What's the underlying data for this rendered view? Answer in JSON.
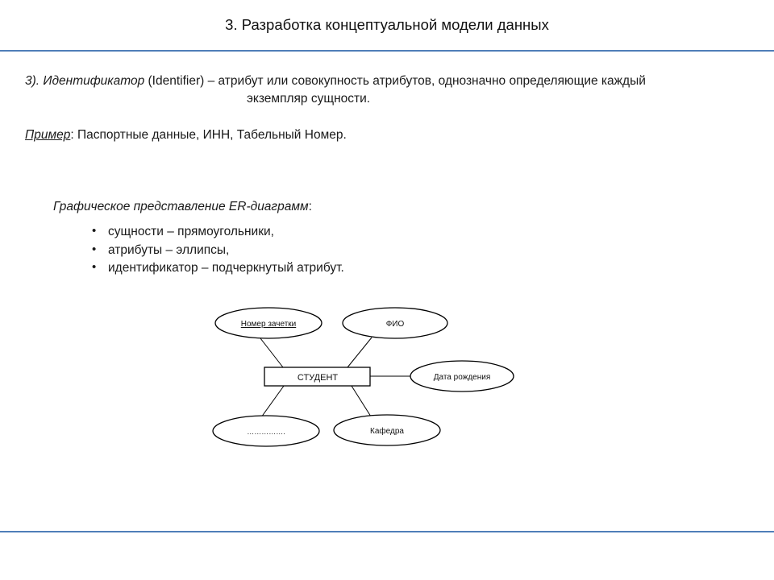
{
  "header": {
    "title": "3. Разработка концептуальной модели данных"
  },
  "definition": {
    "prefix": "3). Идентификатор",
    "paren": " (Identifier) – атрибут или совокупность атрибутов, однозначно определяющие каждый",
    "continuation": "экземпляр сущности."
  },
  "example": {
    "label": "Пример",
    "text": ": Паспортные данные, ИНН, Табельный Номер."
  },
  "graphic": {
    "title": "Графическое представление ER-диаграмм",
    "title_suffix": ":",
    "bullets": [
      "сущности – прямоугольники,",
      "атрибуты – эллипсы,",
      "идентификатор – подчеркнутый атрибут."
    ]
  },
  "diagram": {
    "entity": "СТУДЕНТ",
    "attr_id": "Номер зачетки",
    "attr_fio": "ФИО",
    "attr_birth": "Дата рождения",
    "attr_other": "…………….",
    "attr_dept": "Кафедра"
  },
  "colors": {
    "accent_rule": "#4f7eb8",
    "stroke": "#000000"
  }
}
